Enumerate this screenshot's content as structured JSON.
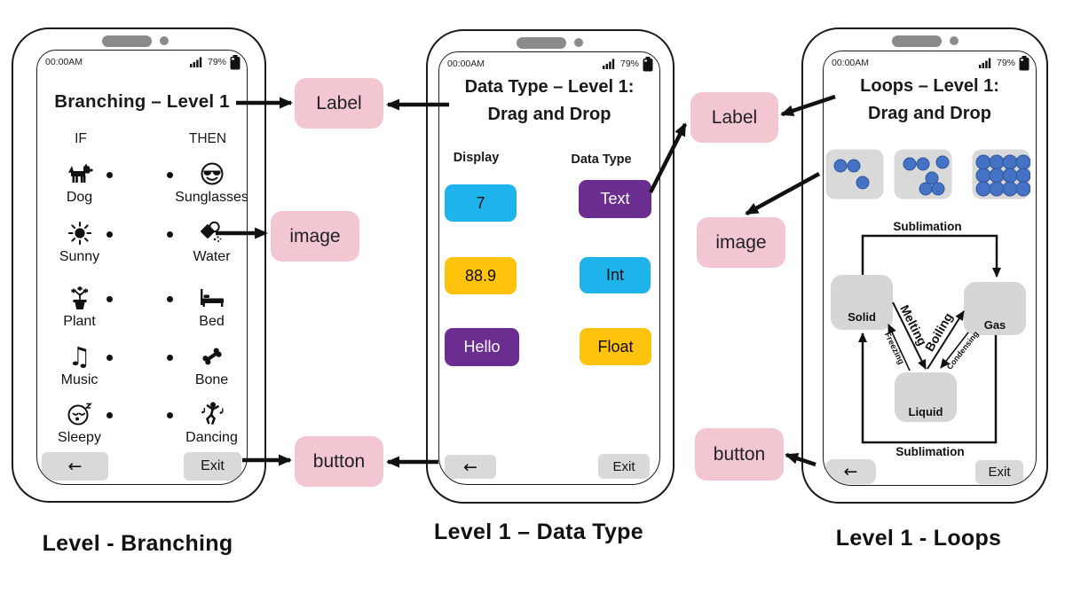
{
  "status_bar": {
    "time": "00:00AM",
    "battery_pct": "79%"
  },
  "icons": {
    "music_glyph": "♫",
    "back_glyph": "←"
  },
  "tags": {
    "label1": "Label",
    "image1": "image",
    "button1": "button",
    "label2": "Label",
    "image2": "image",
    "button2": "button"
  },
  "colors": {
    "blue": "#1eb4eb",
    "yellow": "#ffc20d",
    "purple": "#6b2d90",
    "pink": "#f2c7d2",
    "gray": "#d9d9d9",
    "molecule_blue": "#4472c4"
  },
  "phone1": {
    "title": "Branching – Level 1",
    "if_header": "IF",
    "then_header": "THEN",
    "rows": [
      {
        "if": {
          "icon": "dog-icon",
          "label": "Dog"
        },
        "then": {
          "icon": "sunglasses-face-icon",
          "label": "Sunglasses"
        }
      },
      {
        "if": {
          "icon": "sun-icon",
          "label": "Sunny"
        },
        "then": {
          "icon": "pouring-water-icon",
          "label": "Water"
        }
      },
      {
        "if": {
          "icon": "potted-plant-icon",
          "label": "Plant"
        },
        "then": {
          "icon": "bed-icon",
          "label": "Bed"
        }
      },
      {
        "if": {
          "icon": "music-notes-icon",
          "label": "Music"
        },
        "then": {
          "icon": "bone-icon",
          "label": "Bone"
        }
      },
      {
        "if": {
          "icon": "sleepy-face-icon",
          "label": "Sleepy"
        },
        "then": {
          "icon": "dancing-person-icon",
          "label": "Dancing"
        }
      }
    ],
    "back_button": "←",
    "exit_button": "Exit",
    "caption": "Level - Branching"
  },
  "phone2": {
    "title_line1": "Data Type – Level 1:",
    "title_line2": "Drag and Drop",
    "display_header": "Display",
    "datatype_header": "Data Type",
    "display_items": [
      {
        "text": "7",
        "color": "#1eb4eb"
      },
      {
        "text": "88.9",
        "color": "#ffc20d"
      },
      {
        "text": "Hello",
        "color": "#6b2d90"
      }
    ],
    "datatype_items": [
      {
        "text": "Text",
        "color": "#6b2d90"
      },
      {
        "text": "Int",
        "color": "#1eb4eb"
      },
      {
        "text": "Float",
        "color": "#ffc20d"
      }
    ],
    "back_button": "←",
    "exit_button": "Exit",
    "caption": "Level 1 – Data Type"
  },
  "phone3": {
    "title_line1": "Loops – Level 1:",
    "title_line2": "Drag and Drop",
    "molecule_images": [
      "gas-molecules-image",
      "liquid-molecules-image",
      "solid-molecules-image"
    ],
    "diagram": {
      "states": {
        "solid": "Solid",
        "gas": "Gas",
        "liquid": "Liquid"
      },
      "transitions": {
        "sublimation_top": "Sublimation",
        "sublimation_bottom": "Sublimation",
        "melting": "Melting",
        "freezing": "Freezing",
        "boiling": "Boiling",
        "condensing": "Condensing"
      }
    },
    "back_button": "←",
    "exit_button": "Exit",
    "caption": "Level 1 - Loops"
  }
}
